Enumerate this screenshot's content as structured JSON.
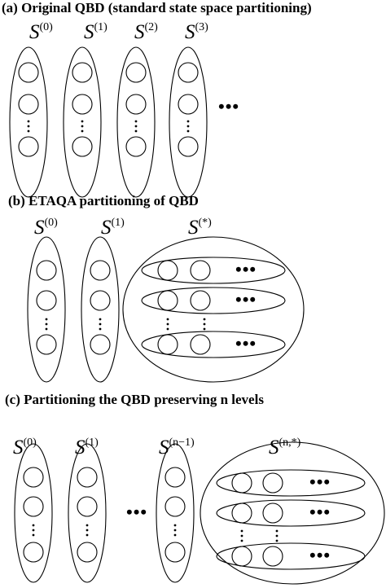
{
  "panels": {
    "a": {
      "title": "(a) Original QBD (standard state space partitioning)",
      "levels": [
        {
          "letter": "S",
          "sup": "(0)"
        },
        {
          "letter": "S",
          "sup": "(1)"
        },
        {
          "letter": "S",
          "sup": "(2)"
        },
        {
          "letter": "S",
          "sup": "(3)"
        }
      ],
      "continuation": "•••"
    },
    "b": {
      "title": "(b) ETAQA partitioning of QBD",
      "levels": [
        {
          "letter": "S",
          "sup": "(0)"
        },
        {
          "letter": "S",
          "sup": "(1)"
        },
        {
          "letter": "S",
          "sup": "(*)"
        }
      ],
      "row_continuation": "•••"
    },
    "c": {
      "title": "(c) Partitioning the QBD preserving n levels",
      "levels": [
        {
          "letter": "S",
          "sup": "(0)"
        },
        {
          "letter": "S",
          "sup": "(1)"
        },
        {
          "letter": "S",
          "sup": "(n−1)"
        },
        {
          "letter": "S",
          "sup": "(n,*)"
        }
      ],
      "continuation": "•••",
      "row_continuation": "•••"
    }
  }
}
